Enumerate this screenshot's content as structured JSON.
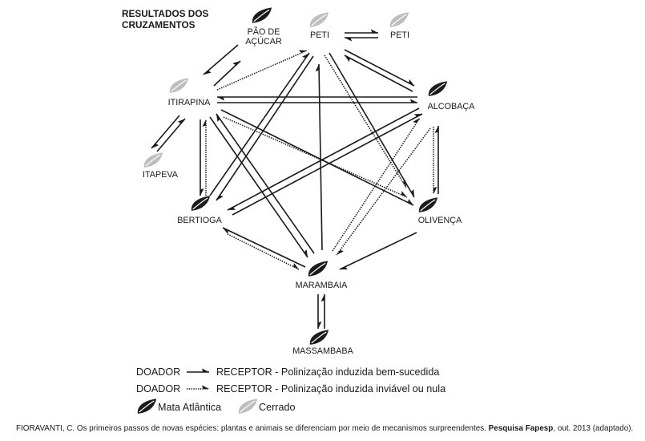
{
  "title": {
    "line1": "RESULTADOS DOS",
    "line2": "CRUZAMENTOS"
  },
  "colors": {
    "mata_atlantica": "#1b1b1b",
    "cerrado": "#bebebe",
    "ink": "#1a1a1a",
    "background": "#ffffff"
  },
  "nodes": {
    "pao_de_acucar": {
      "label_line1": "PÃO DE",
      "label_line2": "AÇÚCAR",
      "icon": "mata-atlantica-leaf-icon"
    },
    "peti_1": {
      "label": "PETI",
      "icon": "cerrado-leaf-icon"
    },
    "peti_2": {
      "label": "PETI",
      "icon": "cerrado-leaf-icon"
    },
    "itirapina": {
      "label": "ITIRAPINA",
      "icon": "cerrado-leaf-icon"
    },
    "alcobaca": {
      "label": "ALCOBAÇA",
      "icon": "mata-atlantica-leaf-icon"
    },
    "itapeva": {
      "label": "ITAPEVA",
      "icon": "cerrado-leaf-icon"
    },
    "bertioga": {
      "label": "BERTIOGA",
      "icon": "mata-atlantica-leaf-icon"
    },
    "olivenca": {
      "label": "OLIVENÇA",
      "icon": "mata-atlantica-leaf-icon"
    },
    "marambaia": {
      "label": "MARAMBAIA",
      "icon": "mata-atlantica-leaf-icon"
    },
    "massambaba": {
      "label": "MASSAMBABA",
      "icon": "mata-atlantica-leaf-icon"
    }
  },
  "legend": {
    "success": {
      "donor": "DOADOR",
      "receptor": "RECEPTOR - Polinização induzida bem-sucedida"
    },
    "failure": {
      "donor": "DOADOR",
      "receptor": "RECEPTOR - Polinização induzida inviável ou nula"
    },
    "biomes": {
      "mata_atlantica": {
        "label": "Mata Atlântica",
        "icon": "mata-atlantica-leaf-icon"
      },
      "cerrado": {
        "label": "Cerrado",
        "icon": "cerrado-leaf-icon"
      }
    }
  },
  "citation": {
    "text": "FIORAVANTI, C. Os primeiros passos de novas espécies: plantas e animais se diferenciam por meio de mecanismos surpreendentes. ",
    "journal": "Pesquisa Fapesp",
    "details": ", out. 2013 (adaptado)."
  }
}
